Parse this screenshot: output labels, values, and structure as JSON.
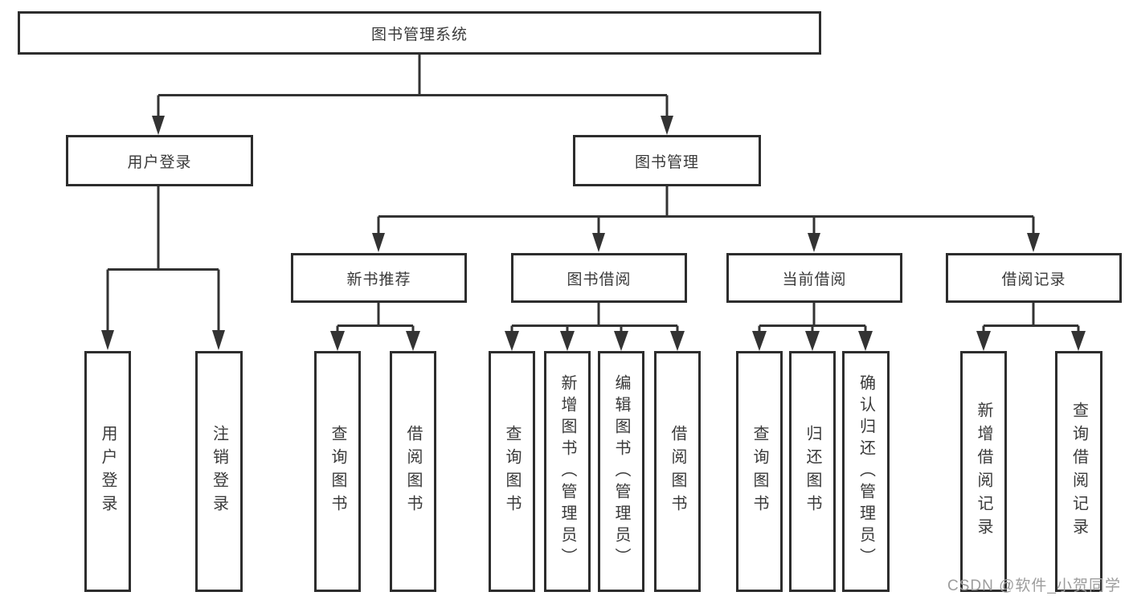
{
  "tree": {
    "label": "图书管理系统",
    "children": [
      {
        "label": "用户登录",
        "children": [
          {
            "label": "用户登录"
          },
          {
            "label": "注销登录"
          }
        ]
      },
      {
        "label": "图书管理",
        "children": [
          {
            "label": "新书推荐",
            "children": [
              {
                "label": "查询图书"
              },
              {
                "label": "借阅图书"
              }
            ]
          },
          {
            "label": "图书借阅",
            "children": [
              {
                "label": "查询图书"
              },
              {
                "label": "新增图书（管理员）"
              },
              {
                "label": "编辑图书（管理员）"
              },
              {
                "label": "借阅图书"
              }
            ]
          },
          {
            "label": "当前借阅",
            "children": [
              {
                "label": "查询图书"
              },
              {
                "label": "归还图书"
              },
              {
                "label": "确认归还（管理员）"
              }
            ]
          },
          {
            "label": "借阅记录",
            "children": [
              {
                "label": "新增借阅记录"
              },
              {
                "label": "查询借阅记录"
              }
            ]
          }
        ]
      }
    ]
  },
  "watermark": {
    "text": "CSDN @软件_小贺同学"
  },
  "colors": {
    "line": "#333333",
    "border": "#2d2d2d",
    "text": "#3a3a3a",
    "watermark": "#9d9d9d"
  }
}
